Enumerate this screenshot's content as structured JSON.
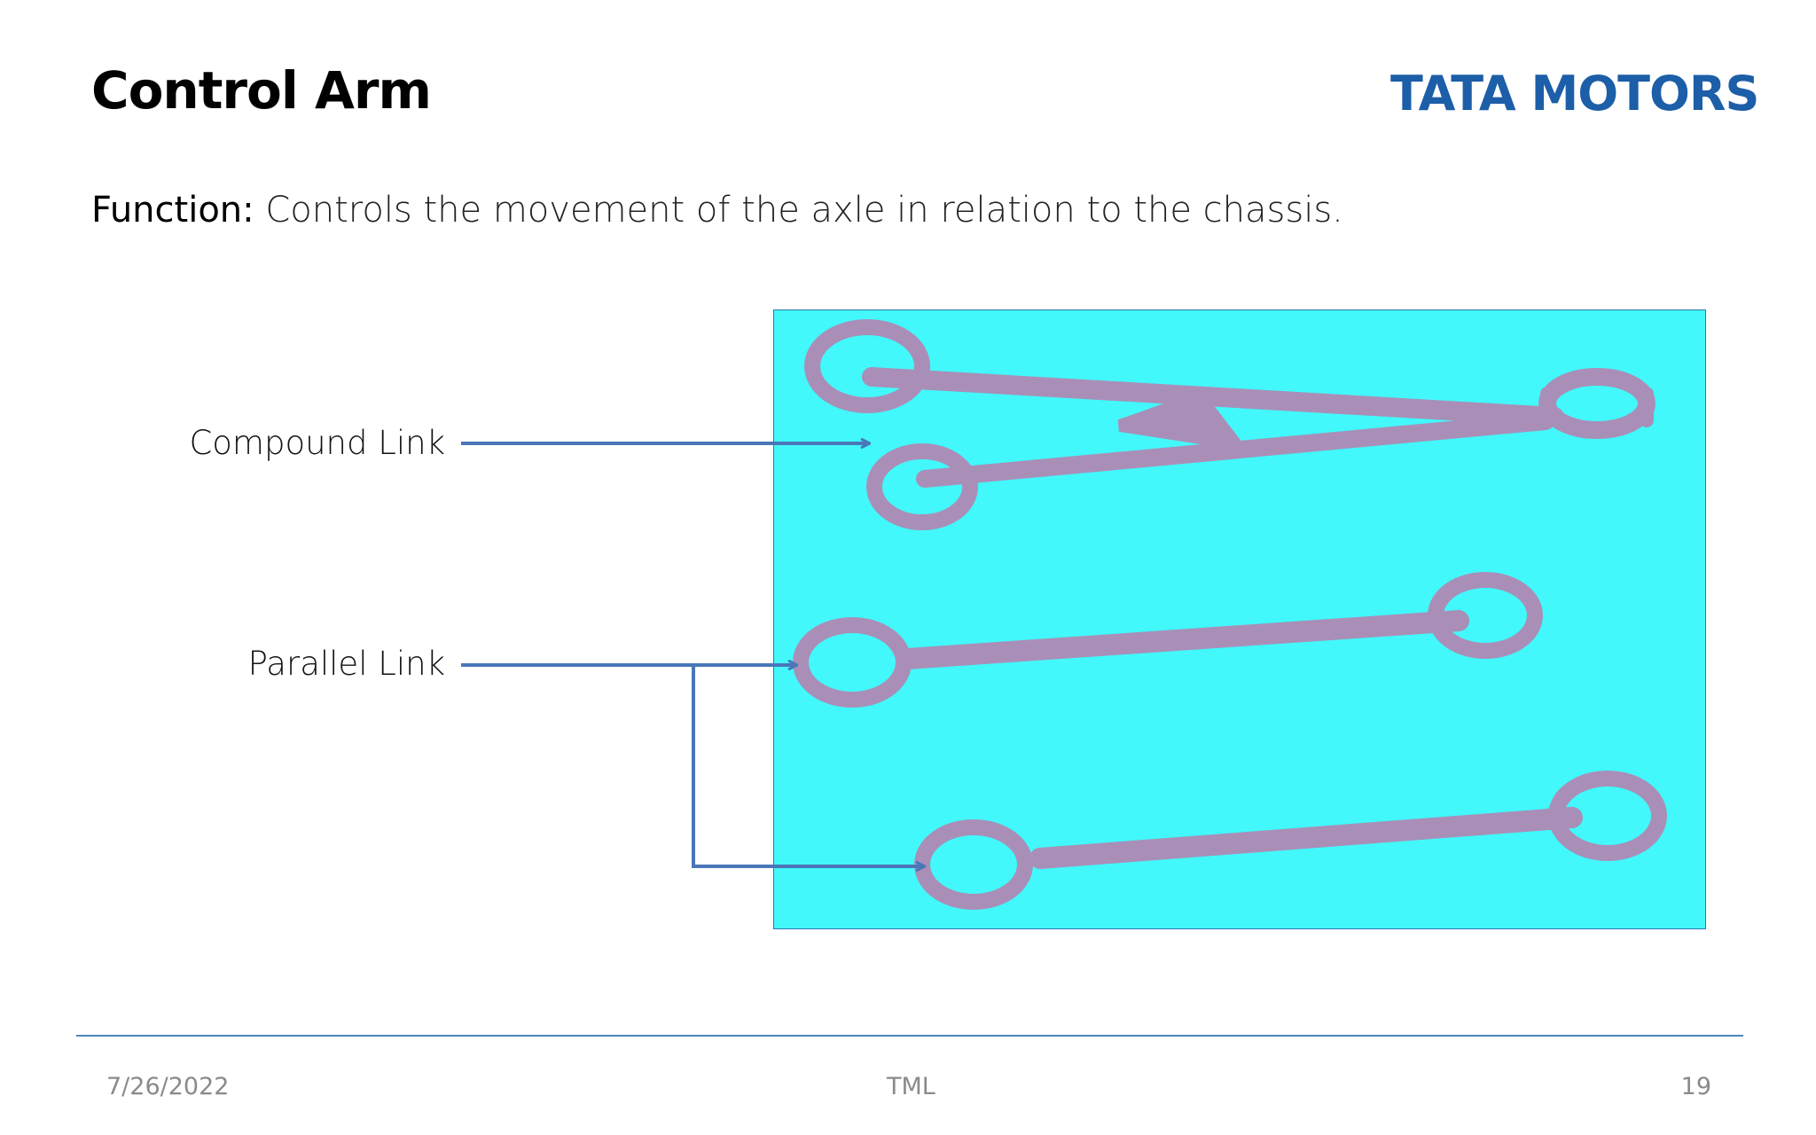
{
  "slide": {
    "title": "Control Arm",
    "logo_text": "TATA MOTORS",
    "function_label": "Function:",
    "function_text": " Controls the movement of the axle in relation to the chassis.",
    "callouts": {
      "compound": "Compound Link",
      "parallel": "Parallel Link"
    },
    "footer": {
      "date": "7/26/2022",
      "center": "TML",
      "page": "19"
    }
  },
  "colors": {
    "logo": "#1c5ea8",
    "picture_bg": "#42f8fa",
    "arrow": "#4a76b8",
    "link_part": "#a98fb8",
    "rule": "#4f86b8"
  }
}
